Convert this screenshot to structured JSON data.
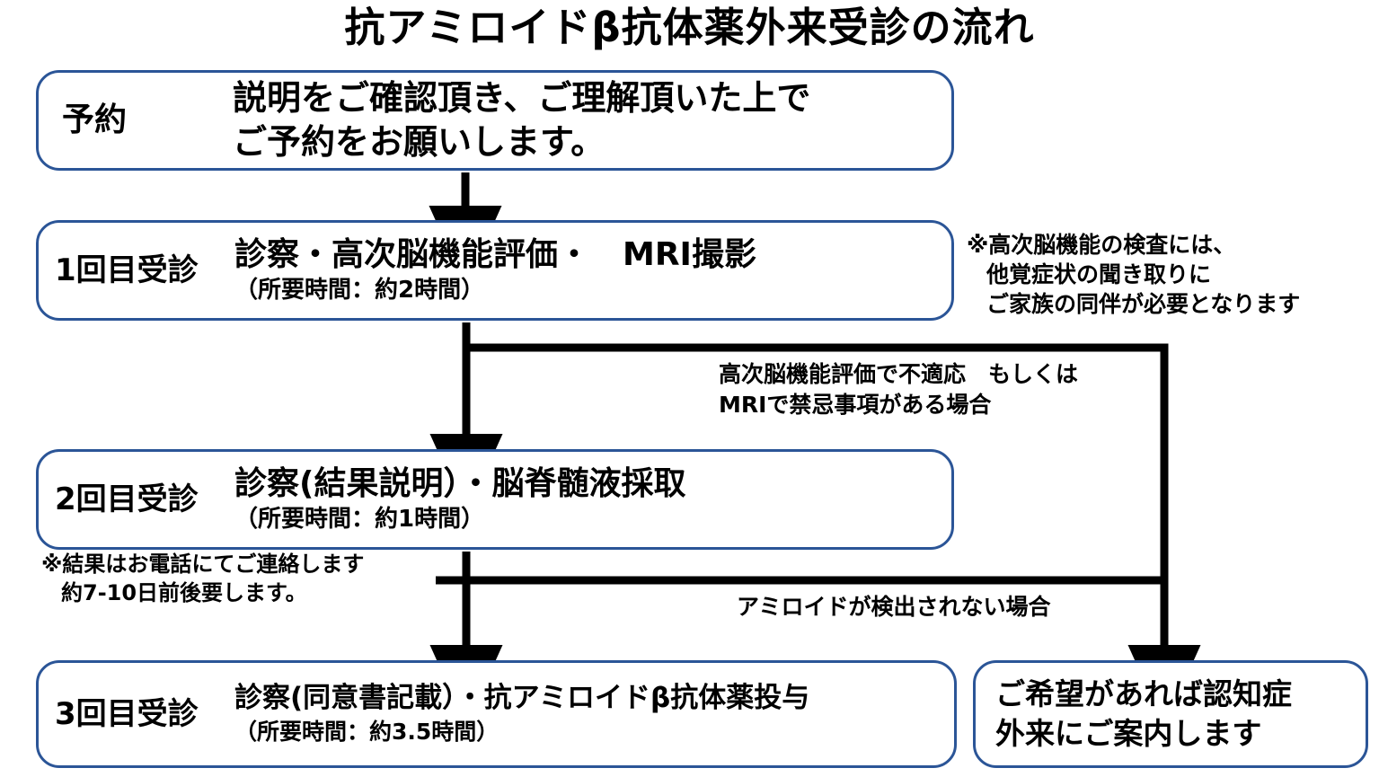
{
  "title": "抗アミロイドβ抗体薬外来受診の流れ",
  "colors": {
    "box_border": "#2B5597",
    "connector": "#000000",
    "text": "#000000",
    "background": "#FFFFFF"
  },
  "boxes": [
    {
      "id": "appointment",
      "stage": "予約",
      "main_line1": "説明をご確認頂き、ご理解頂いた上で",
      "main_line2": "ご予約をお願いします。"
    },
    {
      "id": "visit1",
      "stage": "1回目受診",
      "main": "診察・高次脳機能評価・　MRI撮影",
      "sub": "（所要時間：約2時間）"
    },
    {
      "id": "visit2",
      "stage": "2回目受診",
      "main": "診察(結果説明）・脳脊髄液採取",
      "sub": "（所要時間：約1時間）"
    },
    {
      "id": "visit3",
      "stage": "3回目受診",
      "main": "診察(同意書記載）・抗アミロイドβ抗体薬投与",
      "sub": "（所要時間：約3.5時間）"
    },
    {
      "id": "dementia_clinic",
      "main_line1": "ご希望があれば認知症",
      "main_line2": "外来にご案内します"
    }
  ],
  "notes": {
    "family_attendance": {
      "line1": "※高次脳機能の検査には、",
      "line2": "他覚症状の聞き取りに",
      "line3": "ご家族の同伴が必要となります"
    },
    "phone_results": {
      "line1": "※結果はお電話にてご連絡します",
      "line2": "約7-10日前後要します。"
    }
  },
  "branch_labels": {
    "unsuitable": {
      "line1": "高次脳機能評価で不適応　もしくは",
      "line2": "MRIで禁忌事項がある場合"
    },
    "no_amyloid": {
      "line1": "アミロイドが検出されない場合"
    }
  }
}
